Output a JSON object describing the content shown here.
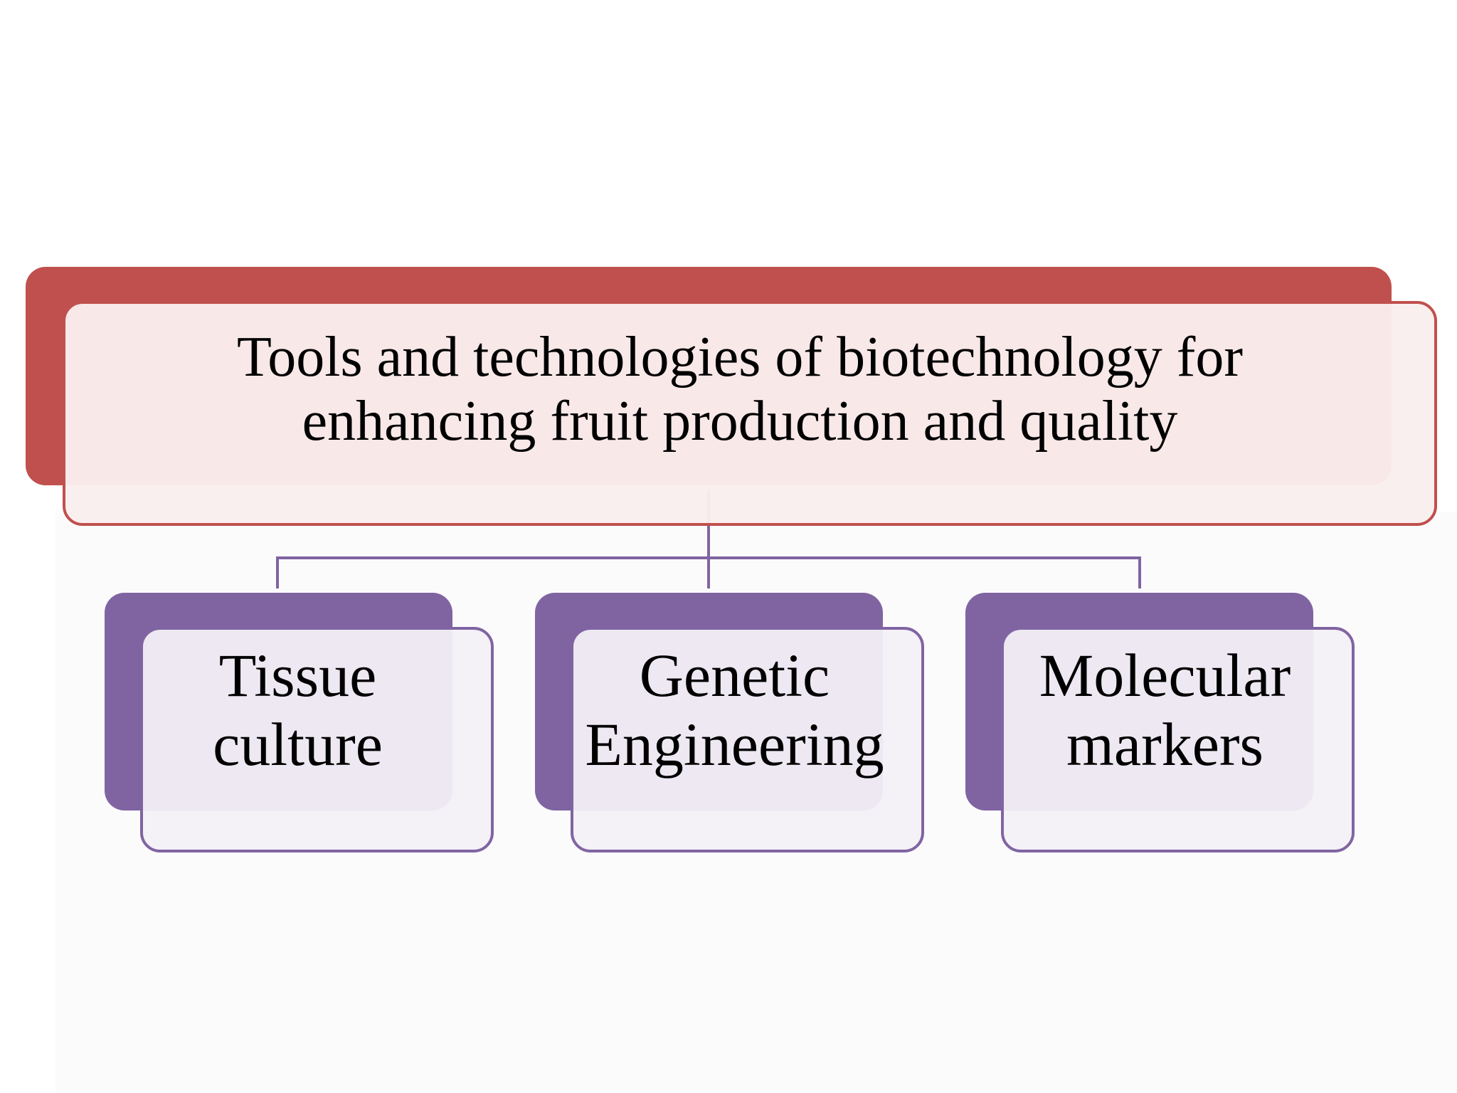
{
  "diagram": {
    "root": {
      "text": "Tools and technologies of biotechnology for enhancing fruit production and quality",
      "line1": "Tools and technologies of biotechnology for",
      "line2": "enhancing fruit production and quality"
    },
    "children": [
      {
        "line1": "Tissue",
        "line2": "culture"
      },
      {
        "line1": "Genetic",
        "line2": "Engineering"
      },
      {
        "line1": "Molecular",
        "line2": "markers"
      }
    ]
  },
  "colors": {
    "root_fill": "#c0504d",
    "child_fill": "#8064a2",
    "connector": "#8064a2",
    "text": "#000000"
  }
}
